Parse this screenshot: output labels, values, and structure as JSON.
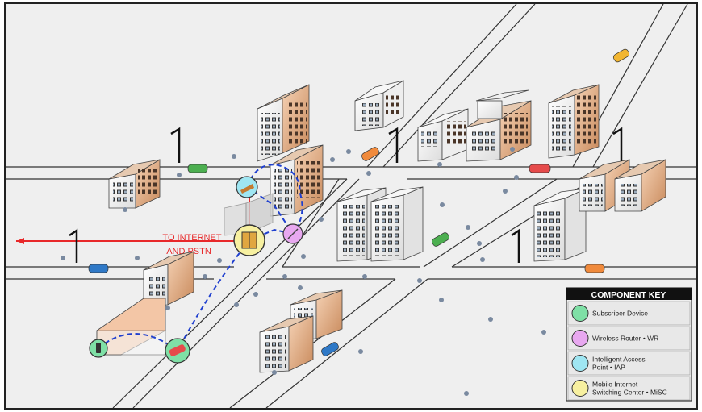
{
  "callout": {
    "line1": "TO INTERNET",
    "line2": "AND PSTN"
  },
  "key": {
    "title": "COMPONENT KEY",
    "items": [
      {
        "label_lines": [
          "Subscriber Device"
        ],
        "color": "#7fe0a6"
      },
      {
        "label_lines": [
          "Wireless Router • WR"
        ],
        "color": "#e8a8f0"
      },
      {
        "label_lines": [
          "Intelligent Access",
          "Point • IAP"
        ],
        "color": "#9fe6f2"
      },
      {
        "label_lines": [
          "Mobile Internet",
          "Switching Center • MiSC"
        ],
        "color": "#f7f0a0"
      }
    ]
  },
  "colors": {
    "background": "#efefef",
    "road_edge": "#333333",
    "mesh_link": "#1f3fcf",
    "backhaul_link": "#e8282a",
    "building_front": "#f2f2f2",
    "building_side": "#e9b995",
    "key_panel": "#f0f0f0"
  },
  "icons": {
    "subscriber": "subscriber-device-icon",
    "router": "wireless-router-icon",
    "access_point": "access-point-icon",
    "switching_center": "switching-center-icon"
  }
}
